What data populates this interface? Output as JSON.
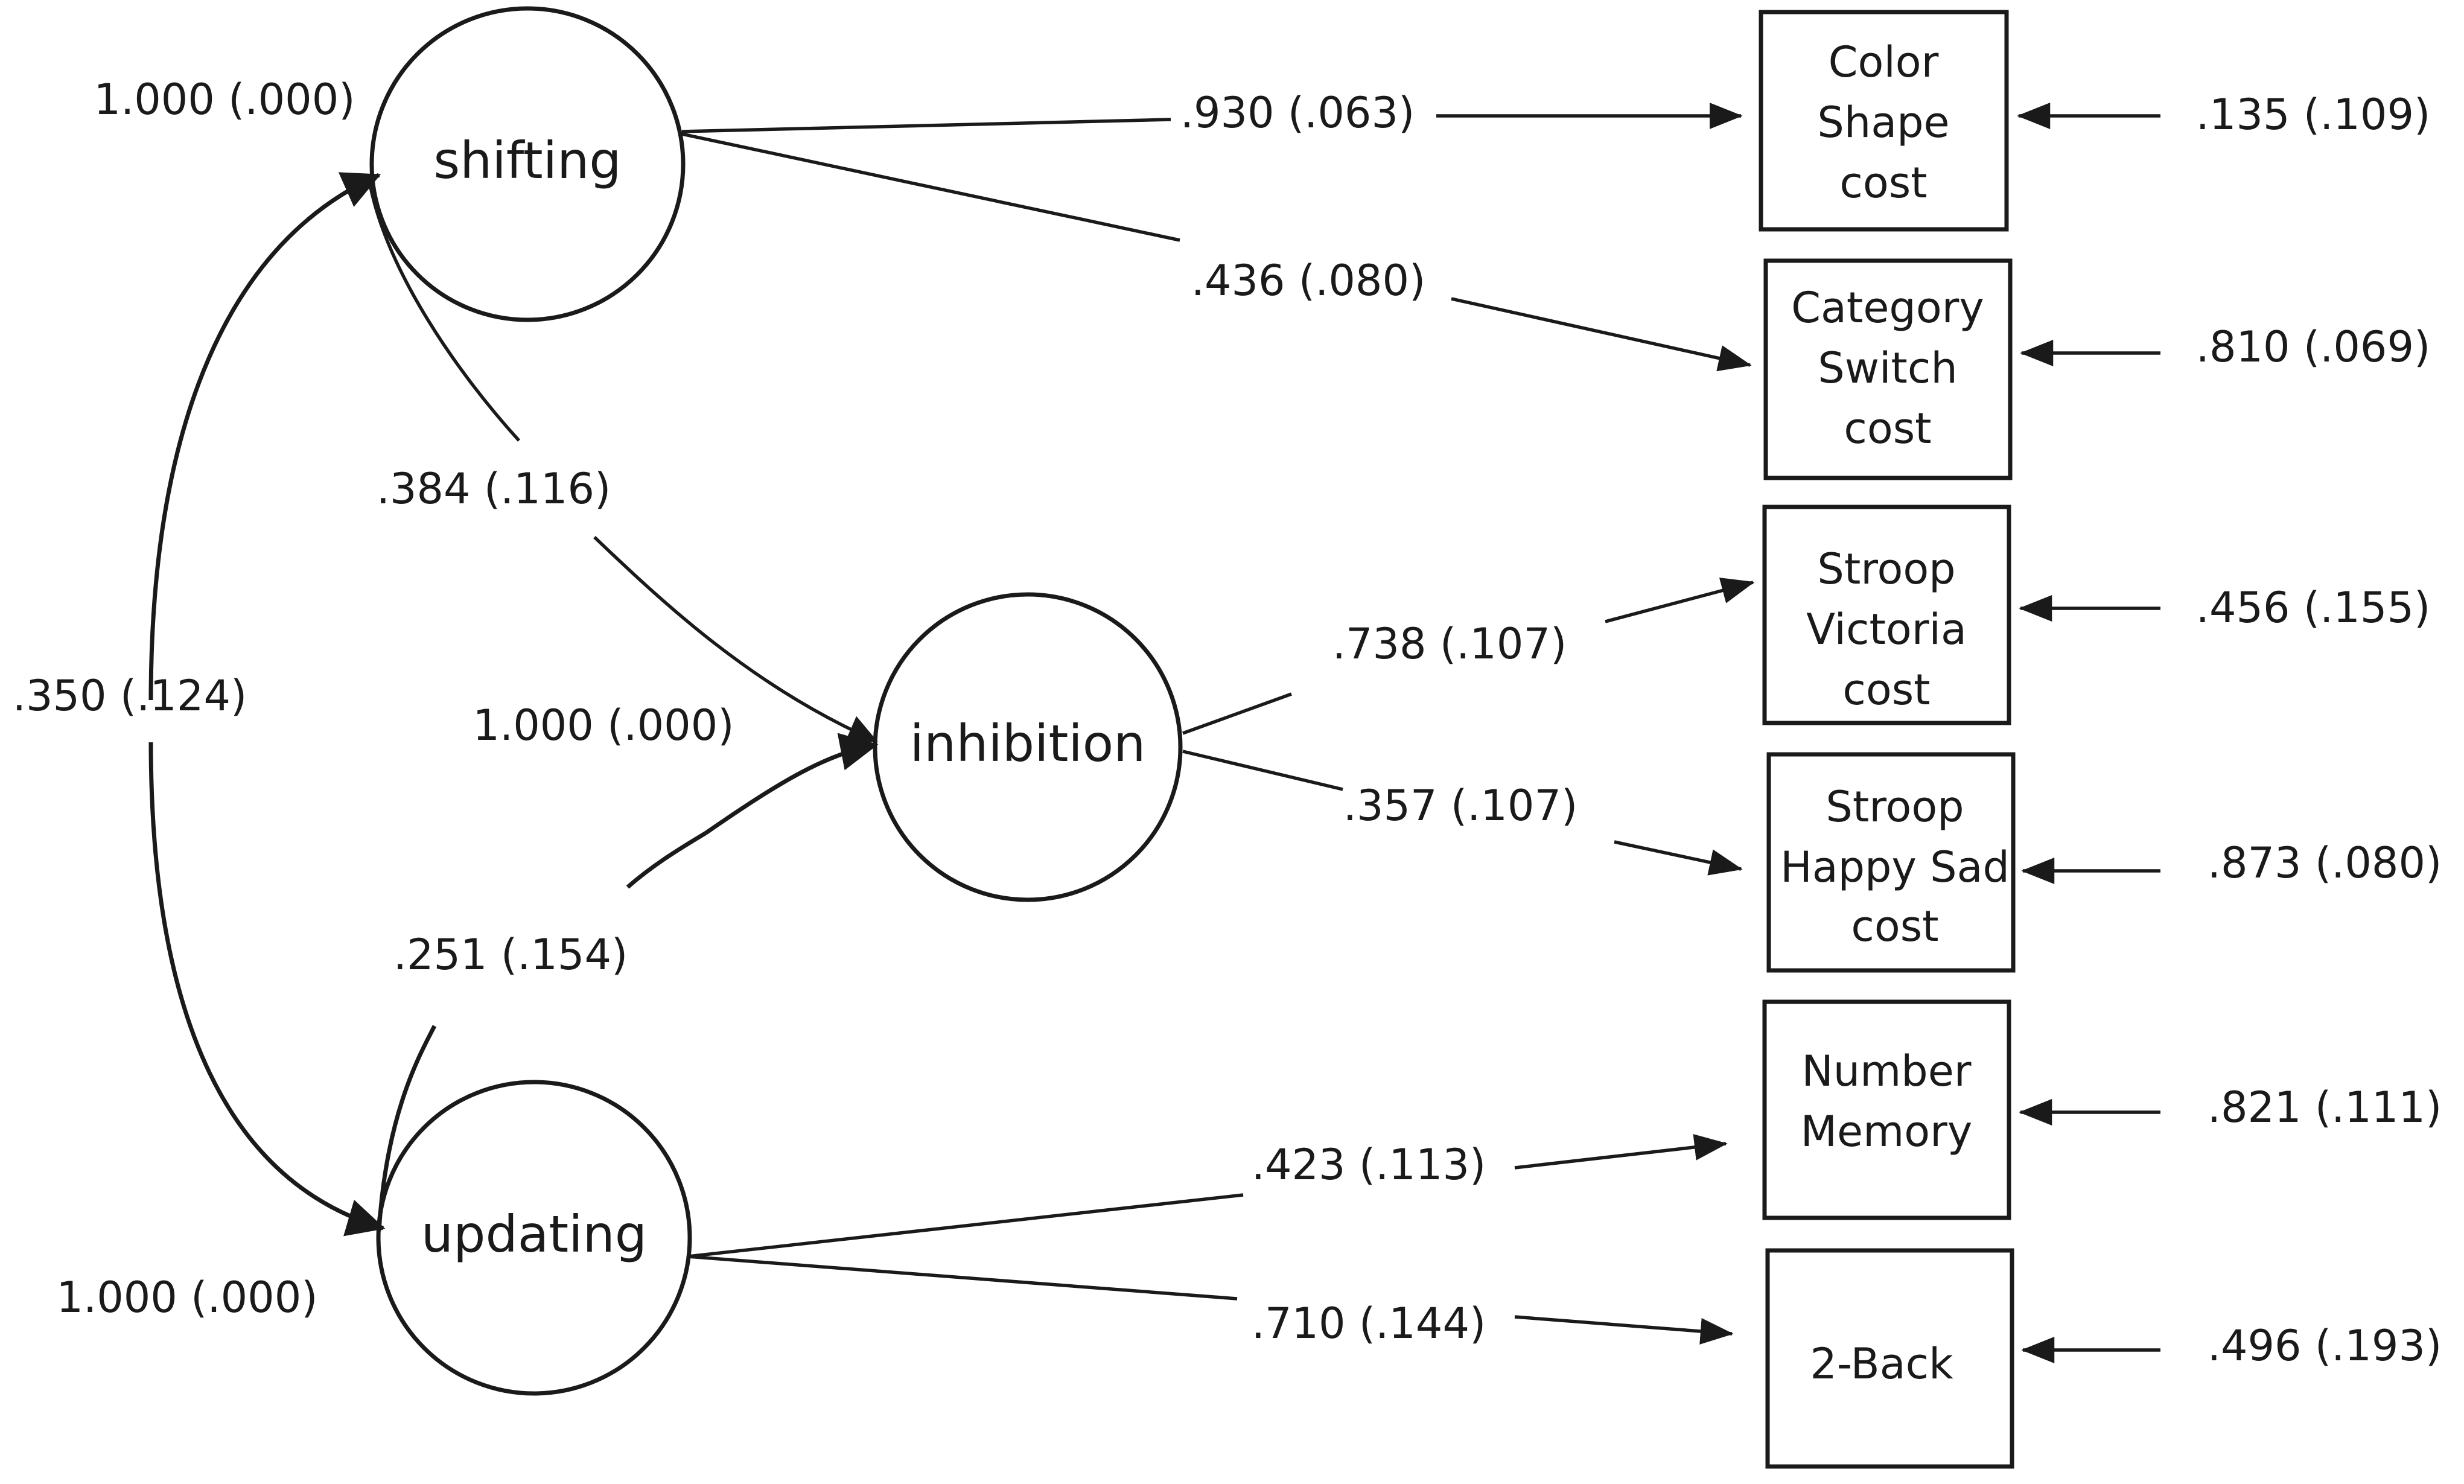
{
  "latent_factors": {
    "shifting": {
      "label": "shifting",
      "variance": "1.000 (.000)"
    },
    "inhibition": {
      "label": "inhibition",
      "variance": "1.000 (.000)"
    },
    "updating": {
      "label": "updating",
      "variance": "1.000 (.000)"
    }
  },
  "observed_measures": [
    {
      "lines": [
        "Color",
        "Shape",
        "cost"
      ],
      "loading": ".930 (.063)",
      "residual": ".135 (.109)"
    },
    {
      "lines": [
        "Category",
        "Switch",
        "cost"
      ],
      "loading": ".436 (.080)",
      "residual": ".810 (.069)"
    },
    {
      "lines": [
        "Stroop",
        "Victoria",
        "cost"
      ],
      "loading": ".738 (.107)",
      "residual": ".456 (.155)"
    },
    {
      "lines": [
        "Stroop",
        "Happy Sad",
        "cost"
      ],
      "loading": ".357 (.107)",
      "residual": ".873 (.080)"
    },
    {
      "lines": [
        "Number",
        "Memory"
      ],
      "loading": ".423 (.113)",
      "residual": ".821 (.111)"
    },
    {
      "lines": [
        "2-Back"
      ],
      "loading": ".710 (.144)",
      "residual": ".496 (.193)"
    }
  ],
  "structural_paths": {
    "shifting_to_inhibition": ".384 (.116)",
    "updating_to_inhibition": ".251 (.154)",
    "shifting_with_updating": ".350 (.124)"
  },
  "colors": {
    "ink": "#1a1a1a",
    "background": "#ffffff"
  }
}
